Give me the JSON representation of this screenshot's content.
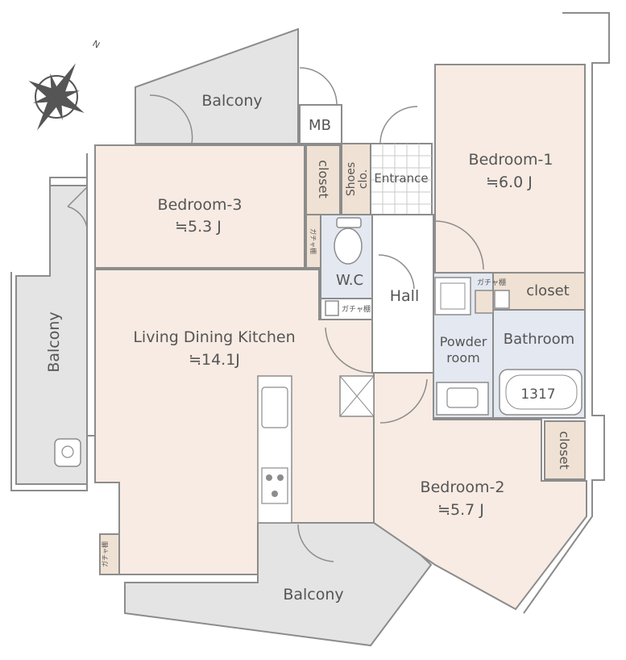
{
  "colors": {
    "room_fill": "#f7ebe3",
    "balcony_fill": "#e4e4e4",
    "wall": "#8c8c8c",
    "text": "#555555",
    "closet_fill": "#efe1d3",
    "service_fill": "#e3e8f1",
    "white_room": "#ffffff"
  },
  "compass": {
    "north_label": "N"
  },
  "rooms": {
    "bedroom1": {
      "name": "Bedroom-1",
      "area": "≒6.0 J"
    },
    "bedroom2": {
      "name": "Bedroom-2",
      "area": "≒5.7 J"
    },
    "bedroom3": {
      "name": "Bedroom-3",
      "area": "≒5.3 J"
    },
    "ldk": {
      "name": "Living Dining Kitchen",
      "area": "≒14.1J"
    },
    "wc": {
      "name": "W.C"
    },
    "hall": {
      "name": "Hall"
    },
    "entrance": {
      "name": "Entrance"
    },
    "powder": {
      "line1": "Powder",
      "line2": "room"
    },
    "bathroom": {
      "name": "Bathroom"
    },
    "bath_size": "1317",
    "mb": "MB",
    "shoes_line1": "Shoes",
    "shoes_line2": "clo."
  },
  "closets": {
    "closet_bed3": "closet",
    "closet_bed1": "closet",
    "closet_bed2": "closet"
  },
  "shelves": {
    "shelf_wc_top": "ガチャ棚",
    "shelf_wc_bottom": "ガチャ棚",
    "shelf_powder": "ガチャ棚",
    "shelf_ldk": "ガチャ棚"
  },
  "balconies": {
    "top": "Balcony",
    "left": "Balcony",
    "bottom": "Balcony"
  }
}
